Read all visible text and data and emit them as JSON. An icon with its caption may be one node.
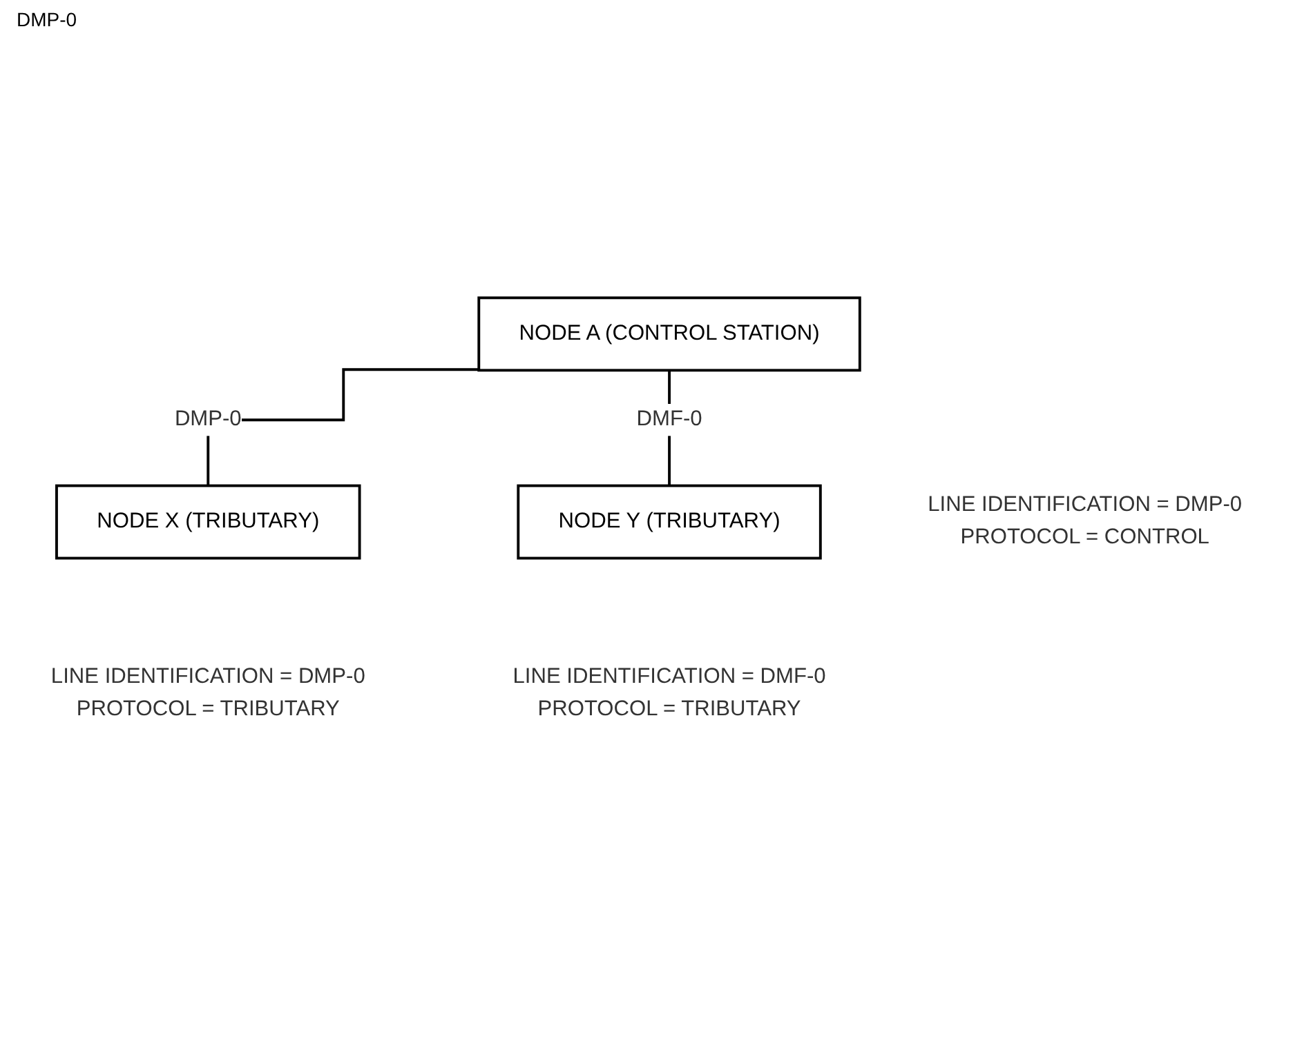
{
  "diagram": {
    "nodes": [
      {
        "text": [
          "NODE A (CONTROL STATION)"
        ],
        "beside": [
          "LINE IDENTIFICATION = DMP-0",
          "PROTOCOL = CONTROL"
        ]
      },
      {
        "text": [
          "NODE X (TRIBUTARY)"
        ],
        "beside": [
          "LINE IDENTIFICATION = DMP-0",
          "PROTOCOL = TRIBUTARY"
        ]
      },
      {
        "text": [
          "NODE Y (TRIBUTARY)"
        ],
        "beside": [
          "LINE IDENTIFICATION = DMF-0",
          "PROTOCOL = TRIBUTARY"
        ]
      }
    ],
    "edges": [
      {
        "from": 0,
        "to": 1,
        "arrow": "none",
        "label": "DMP-0"
      },
      {
        "from": 0,
        "to": 2,
        "arrow": "none",
        "label": "DMF-0"
      }
    ],
    "labels": [
      "DMP-0"
    ]
  }
}
